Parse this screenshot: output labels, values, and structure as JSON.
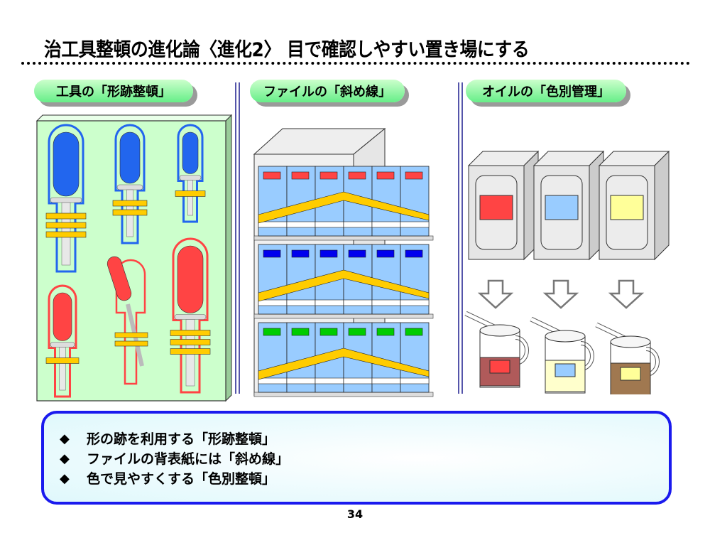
{
  "slide": {
    "title": "治工具整頓の進化論〈進化2〉 目で確認しやすい置き場にする",
    "page_number": "34"
  },
  "sections": [
    {
      "label": "工具の「形跡整頓」",
      "illustration": "screwdriver-shadow-board"
    },
    {
      "label": "ファイルの「斜め線」",
      "illustration": "file-shelf-diagonal-line"
    },
    {
      "label": "オイルの「色別管理」",
      "illustration": "oil-can-color-coding"
    }
  ],
  "summary": {
    "bullet_icon": "◆",
    "items": [
      "形の跡を利用する「形跡整頓」",
      "ファイルの背表紙には「斜め線」",
      "色で見やすくする「色別整頓」"
    ]
  },
  "colors": {
    "tool_blue": "#2266ee",
    "tool_red": "#ff4444",
    "board_green": "#ccffcc",
    "file_blue": "#99ccff",
    "stripe_yellow": "#ffcc00",
    "label_red": "#ff4444",
    "label_blue": "#0000ee",
    "label_green": "#00cc00",
    "oil_red": "#b05a5a",
    "oil_yellow": "#ffffcc",
    "oil_brown": "#a07850",
    "summary_border": "#1a1aee"
  }
}
